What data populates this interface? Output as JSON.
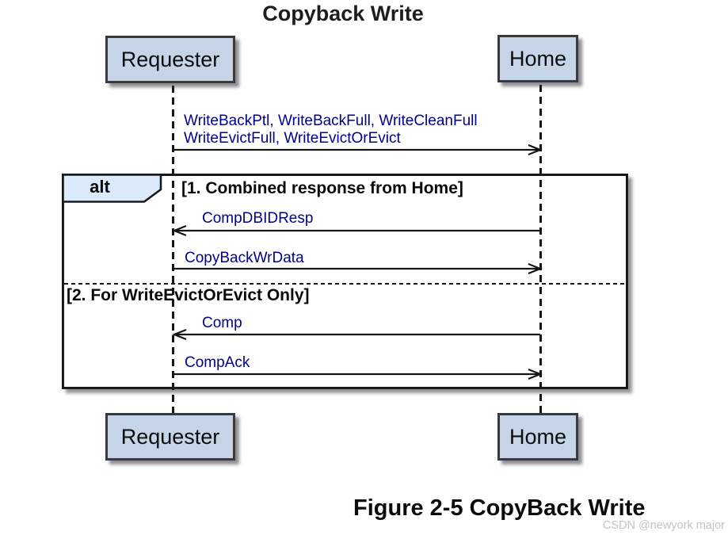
{
  "title": "Copyback Write",
  "caption": "Figure 2-5 CopyBack Write",
  "watermark": "CSDN @newyork major",
  "actors": {
    "requester": "Requester",
    "home": "Home"
  },
  "alt_frame": {
    "operator": "alt",
    "guard1": "[1. Combined response from Home]",
    "guard2": "[2. For WriteEvictOrEvict Only]"
  },
  "messages": [
    {
      "lines": [
        "WriteBackPtl, WriteBackFull, WriteCleanFull",
        "WriteEvictFull, WriteEvictOrEvict"
      ],
      "from": "Requester",
      "to": "Home",
      "direction": "right"
    },
    {
      "lines": [
        "CompDBIDResp"
      ],
      "from": "Home",
      "to": "Requester",
      "direction": "left"
    },
    {
      "lines": [
        "CopyBackWrData"
      ],
      "from": "Requester",
      "to": "Home",
      "direction": "right"
    },
    {
      "lines": [
        "Comp"
      ],
      "from": "Home",
      "to": "Requester",
      "direction": "left"
    },
    {
      "lines": [
        "CompAck"
      ],
      "from": "Requester",
      "to": "Home",
      "direction": "right"
    }
  ],
  "colors": {
    "actor_fill": "#c5d5e7",
    "actor_border": "#3a3a3e",
    "operator_fill": "#dcebfc",
    "message_text": "#00008b",
    "stroke": "#161616",
    "watermark_text": "#c3c3c3"
  }
}
